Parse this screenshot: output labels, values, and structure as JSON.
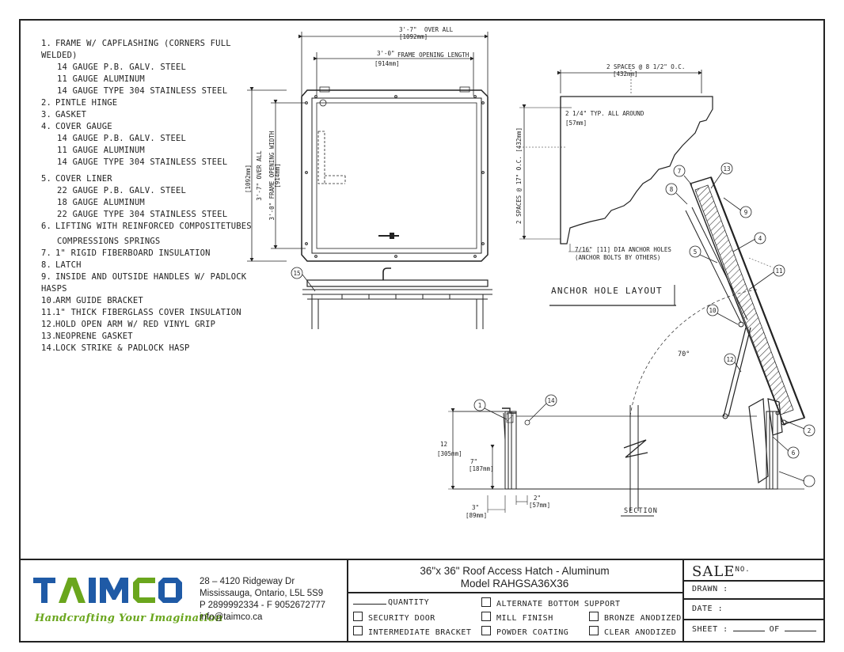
{
  "notes": {
    "items": [
      {
        "num": "1.",
        "text": "FRAME W/ CAPFLASHING (CORNERS FULL WELDED)",
        "subs": [
          "14 GAUGE P.B. GALV. STEEL",
          "11 GAUGE ALUMINUM",
          "14 GAUGE TYPE 304 STAINLESS STEEL"
        ]
      },
      {
        "num": "2.",
        "text": "PINTLE HINGE"
      },
      {
        "num": "3.",
        "text": "GASKET"
      },
      {
        "num": "4.",
        "text": "COVER GAUGE",
        "subs": [
          "14 GAUGE P.B. GALV. STEEL",
          "11 GAUGE ALUMINUM",
          "14 GAUGE TYPE 304 STAINLESS STEEL"
        ]
      },
      {
        "num": "5.",
        "text": "COVER LINER",
        "subs": [
          "22 GAUGE P.B. GALV. STEEL",
          "18 GAUGE ALUMINUM",
          "22 GAUGE TYPE 304 STAINLESS STEEL"
        ]
      },
      {
        "num": "6.",
        "text": "LIFTING WITH REINFORCED COMPOSITETUBES",
        "subs": [
          "COMPRESSIONS SPRINGS"
        ]
      },
      {
        "num": "7.",
        "text": "1\" RIGID FIBERBOARD INSULATION"
      },
      {
        "num": "8.",
        "text": "LATCH"
      },
      {
        "num": "9.",
        "text": "INSIDE AND OUTSIDE HANDLES W/ PADLOCK HASPS"
      },
      {
        "num": "10.",
        "text": "ARM GUIDE BRACKET"
      },
      {
        "num": "11.",
        "text": "1\" THICK FIBERGLASS COVER INSULATION"
      },
      {
        "num": "12.",
        "text": "HOLD OPEN ARM W/ RED VINYL GRIP"
      },
      {
        "num": "13.",
        "text": "NEOPRENE GASKET"
      },
      {
        "num": "14.",
        "text": "LOCK STRIKE & PADLOCK HASP"
      }
    ]
  },
  "plan": {
    "overall": "3'-7\"",
    "overall_label": "OVER ALL",
    "overall_mm": "[1092mm]",
    "opening": "3'-0\"",
    "opening_label": "FRAME OPENING LENGTH",
    "opening_mm": "[914mm]",
    "v_overall_mm": "[1092mm]",
    "v_overall": "3'-7\" OVER ALL",
    "v_opening": "3'-0\" FRAME OPENING WIDTH",
    "v_opening_mm": "[914mm]",
    "callout_15": "15"
  },
  "anchor": {
    "spaces_top": "2 SPACES @ 8 1/2\" O.C.",
    "spaces_top_mm": "[432mm]",
    "typ": "2 1/4\" TYP. ALL AROUND",
    "typ_mm": "[57mm]",
    "spaces_side": "2 SPACES @ 17\" O.C. [432mm]",
    "holes_1": "7/16\" [11] DIA ANCHOR HOLES",
    "holes_2": "(ANCHOR BOLTS BY OTHERS)",
    "title": "ANCHOR HOLE LAYOUT"
  },
  "section": {
    "title": "SECTION",
    "angle": "70°",
    "height": "12",
    "height_mm": "[305mm]",
    "h2": "7\"",
    "h2_mm": "[187mm]",
    "w1": "3\"",
    "w1_mm": "[89mm]",
    "w2": "2\"",
    "w2_mm": "[57mm]",
    "callouts": [
      "1",
      "14",
      "7",
      "13",
      "8",
      "9",
      "4",
      "5",
      "11",
      "10",
      "12",
      "2",
      "6"
    ]
  },
  "title_block": {
    "company": "TAIMCO",
    "tagline": "Handcrafting Your Imagination",
    "address": [
      "28 – 4120 Ridgeway Dr",
      "Mississauga, Ontario, L5L 5S9",
      "P 2899992334 - F 9052672777",
      "info@taimco.ca"
    ],
    "model_line1": "36\"x 36\" Roof Access Hatch - Aluminum",
    "model_line2": "Model RAHGSA36X36",
    "options": {
      "quantity": "QUANTITY",
      "security_door": "SECURITY DOOR",
      "intermediate_bracket": "INTERMEDIATE BRACKET",
      "alternate_bottom": "ALTERNATE BOTTOM SUPPORT",
      "mill_finish": "MILL FINISH",
      "powder_coating": "POWDER COATING",
      "bronze_anodized": "BRONZE ANODIZED",
      "clear_anodized": "CLEAR ANODIZED"
    },
    "sale": "SALE",
    "sale_no": "NO.",
    "drawn": "DRAWN :",
    "date": "DATE :",
    "sheet": "SHEET :",
    "of": "OF"
  },
  "colors": {
    "logo_blue": "#1f5aa6",
    "logo_green": "#6aa61d",
    "ink": "#222222"
  }
}
